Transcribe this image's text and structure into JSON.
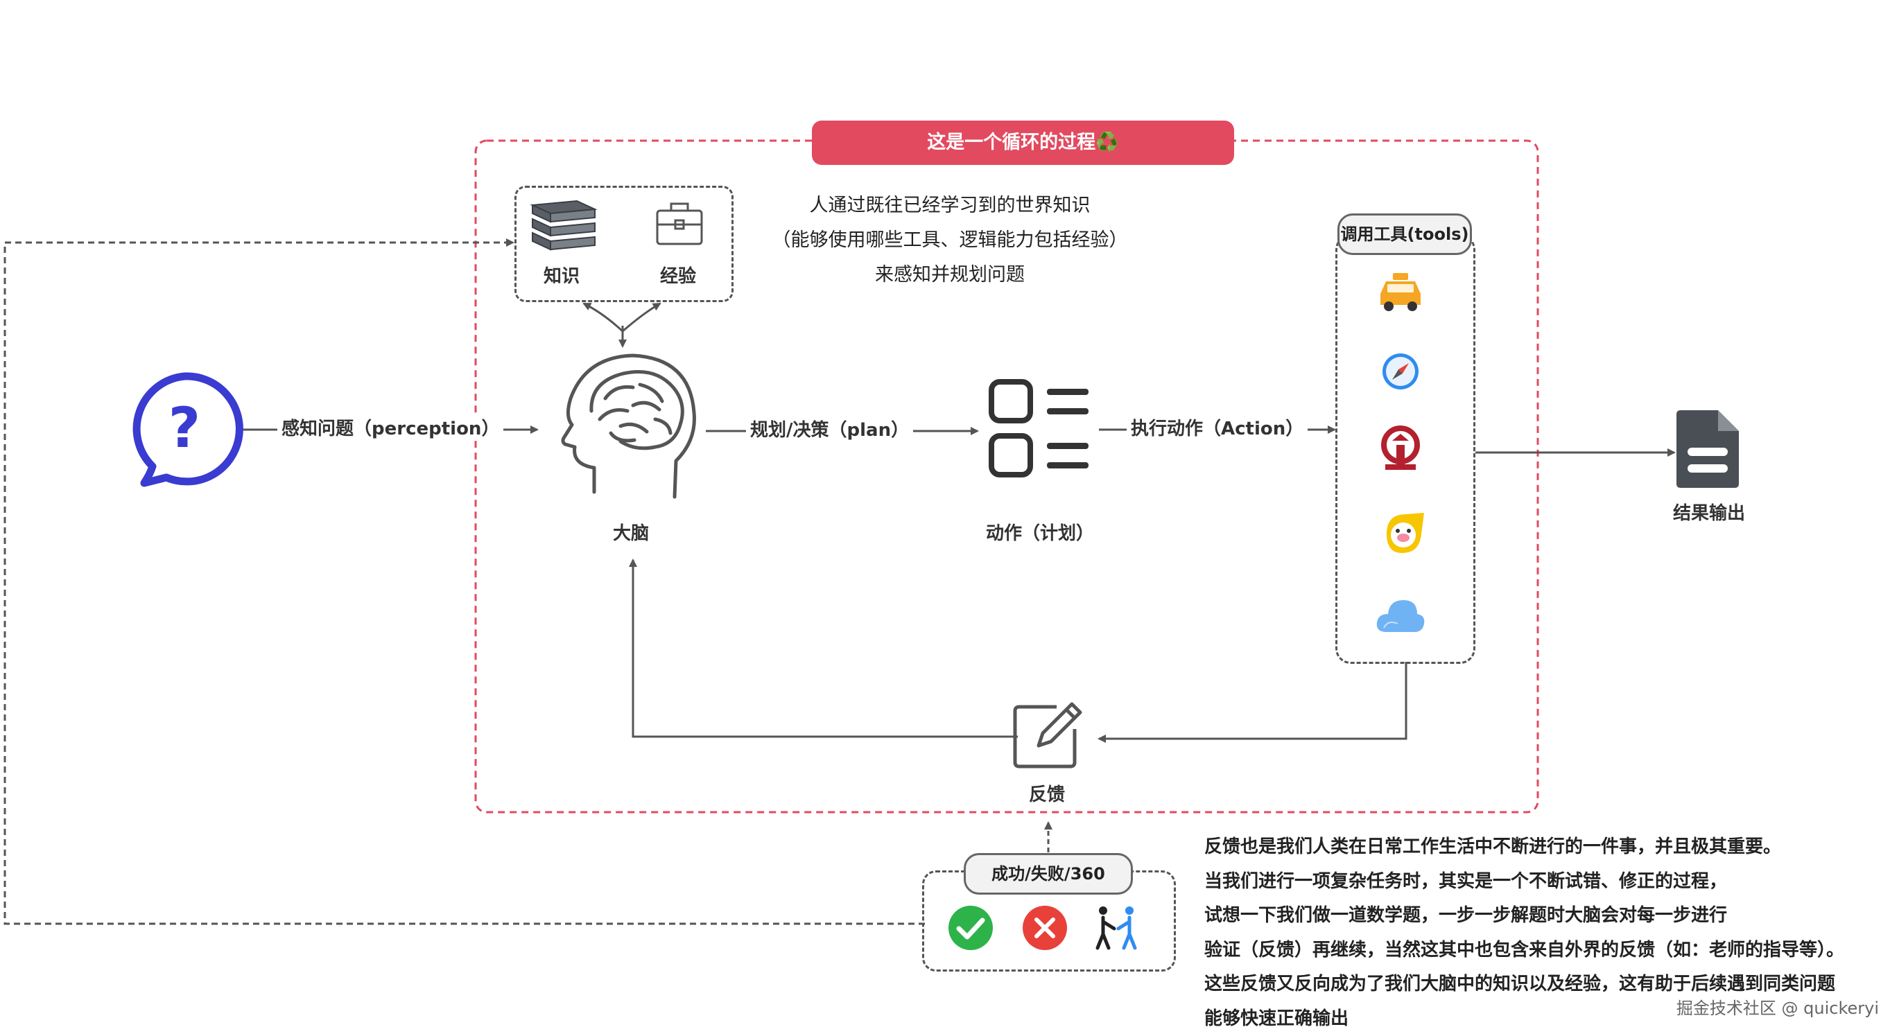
{
  "banner": "这是一个循环的过程♻️",
  "labels": {
    "knowledge": "知识",
    "experience": "经验",
    "brain": "大脑",
    "action_plan": "动作（计划）",
    "feedback": "反馈",
    "result": "结果输出"
  },
  "edges": {
    "perception": "感知问题（perception）",
    "plan": "规划/决策（plan）",
    "action": "执行动作（Action）"
  },
  "knowledge_note": [
    "人通过既往已经学习到的世界知识",
    "（能够使用哪些工具、逻辑能力包括经验）",
    "来感知并规划问题"
  ],
  "tools": {
    "title": "调用工具(tools)",
    "icons": [
      "taxi-icon",
      "safari-compass-icon",
      "railway-icon",
      "fliggy-icon",
      "cloud-icon"
    ]
  },
  "eval": {
    "title": "成功/失败/360",
    "icons": [
      "success-check-icon",
      "failure-cross-icon",
      "people-360-icon"
    ]
  },
  "feedback_note": [
    "反馈也是我们人类在日常工作生活中不断进行的一件事，并且极其重要。",
    "当我们进行一项复杂任务时，其实是一个不断试错、修正的过程，",
    "试想一下我们做一道数学题，一步一步解题时大脑会对每一步进行",
    "验证（反馈）再继续，当然这其中也包含来自外界的反馈（如：老师的指导等）。",
    "这些反馈又反向成为了我们大脑中的知识以及经验，这有助于后续遇到同类问题",
    "能够快速正确输出"
  ],
  "watermark": "掘金技术社区 @ quickeryi",
  "colors": {
    "loop_border": "#e24a5f",
    "banner_bg": "#e24a5f",
    "question": "#3a3bd1",
    "taxi": "#f5a623",
    "railway": "#b3202e",
    "cloud": "#6fb3f5",
    "success": "#2db34a",
    "failure": "#e8413a"
  }
}
